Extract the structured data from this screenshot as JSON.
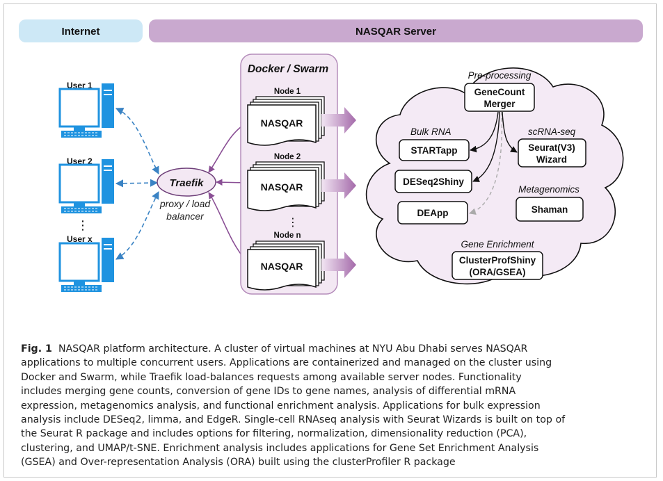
{
  "header": {
    "internet": "Internet",
    "server": "NASQAR Server"
  },
  "users": {
    "user1": "User 1",
    "user2": "User 2",
    "dots": "⋮",
    "userx": "User x"
  },
  "traefik": {
    "name": "Traefik",
    "caption_line1": "proxy / load",
    "caption_line2": "balancer"
  },
  "docker": {
    "title": "Docker / Swarm",
    "node1_label": "Node 1",
    "node2_label": "Node 2",
    "dots": "⋮",
    "noden_label": "Node n",
    "node_app": "NASQAR"
  },
  "apps": {
    "preprocessing_label": "Pre-processing",
    "genecount_line1": "GeneCount",
    "genecount_line2": "Merger",
    "bulk_label": "Bulk RNA",
    "startapp": "STARTapp",
    "deseq2shiny": "DESeq2Shiny",
    "deapp": "DEApp",
    "scrnaseq_label": "scRNA-seq",
    "seurat_line1": "Seurat(V3)",
    "seurat_line2": "Wizard",
    "metagenomics_label": "Metagenomics",
    "shaman": "Shaman",
    "enrichment_label": "Gene Enrichment",
    "clusterprof_line1": "ClusterProfShiny",
    "clusterprof_line2": "(ORA/GSEA)"
  },
  "caption": {
    "fig_label": "Fig. 1",
    "lines": [
      "NASQAR platform architecture. A cluster of virtual machines at NYU Abu Dhabi serves NASQAR",
      "applications to multiple concurrent users. Applications are containerized and managed on the cluster using",
      "Docker and Swarm, while Traefik load-balances requests among available server nodes. Functionality",
      "includes merging gene counts, conversion of gene IDs to gene names, analysis of differential mRNA",
      "expression, metagenomics analysis, and functional enrichment analysis. Applications for bulk expression",
      "analysis include DESeq2, limma, and EdgeR. Single-cell RNAseq analysis with Seurat Wizards is built on top of",
      "the Seurat R package and includes options for filtering, normalization, dimensionality reduction (PCA),",
      "clustering, and UMAP/t-SNE. Enrichment analysis includes applications for Gene Set Enrichment Analysis",
      "(GSEA) and Over-representation Analysis (ORA) built using the clusterProfiler R package"
    ]
  },
  "colors": {
    "internet_bar": "#cde8f6",
    "server_bar": "#c9a9cf",
    "cloud_fill": "#f4eaf5",
    "docker_fill": "#f3e8f3",
    "purple_arrow": "#8a4f95",
    "dashed_blue": "#3a83c4",
    "computer_blue": "#1f93e0"
  }
}
